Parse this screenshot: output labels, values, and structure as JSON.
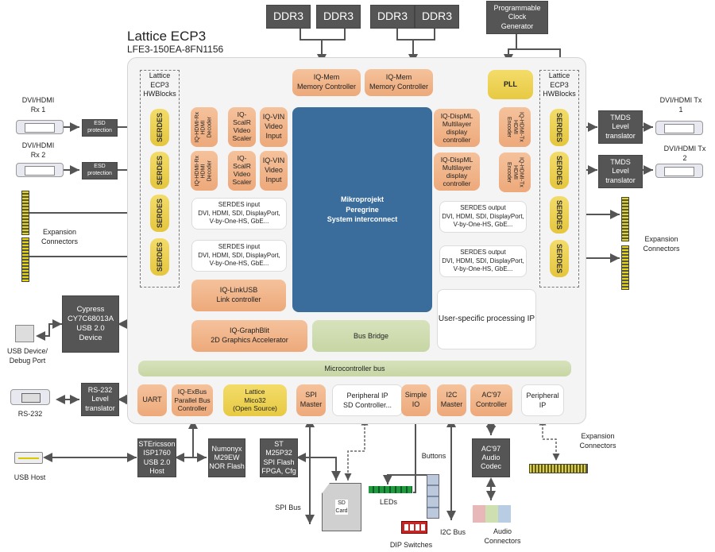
{
  "title": "Lattice ECP3",
  "subtitle": "LFE3-150EA-8FN1156",
  "colors": {
    "ip_core": "#eda97a",
    "hard_block": "#e7c942",
    "interconnect": "#3a6d9c",
    "bus": "#c7d6a4",
    "external": "#555555"
  },
  "external_top": {
    "ddr": [
      "DDR3",
      "DDR3",
      "DDR3",
      "DDR3"
    ],
    "clock_gen": "Programmable\nClock\nGenerator"
  },
  "hwblocks_left": "Lattice\nECP3\nHWBlocks",
  "hwblocks_right": "Lattice\nECP3\nHWBlocks",
  "serdes_label": "SERDES",
  "mem_ctrl": [
    "IQ-Mem\nMemory Controller",
    "IQ-Mem\nMemory Controller"
  ],
  "pll": "PLL",
  "rx_chain": {
    "decoder": "IQ-HDMI-Rx\nHDMI\nDecoder",
    "scaler": "IQ-\nScalR\nVideo\nScaler",
    "vin": "IQ-VIN\nVideo\nInput"
  },
  "tx_chain": {
    "dispml": "IQ-DispML\nMultilayer\ndisplay\ncontroller",
    "encoder": "IQ-HDMI-Tx\nHDMI\nEncoder"
  },
  "serdes_input": "SERDES  input\nDVI, HDMI, SDI, DisplayPort,\nV-by-One-HS, GbE...",
  "serdes_output": "SERDES  output\nDVI, HDMI, SDI, DisplayPort,\nV-by-One-HS, GbE...",
  "interconnect": "Mikroprojekt\nPeregrine\nSystem interconnect",
  "linkusb": "IQ-LinkUSB\nLink controller",
  "graphblit": "IQ-GraphBlit\n2D Graphics Accelerator",
  "bus_bridge": "Bus Bridge",
  "user_ip": "User-specific processing IP",
  "mcu_bus": "Microcontroller bus",
  "peripherals": {
    "uart": "UART",
    "exbus": "IQ-ExBus\nParallel Bus\nController",
    "mico32": "Lattice\nMico32\n(Open Source)",
    "spi": "SPI\nMaster",
    "periph_sd": "Peripheral IP\nSD Controller...",
    "simple_io": "Simple\nIO",
    "i2c": "I2C\nMaster",
    "ac97": "AC'97\nController",
    "periph_ip": "Peripheral\nIP"
  },
  "left_external": {
    "rx1": "DVI/HDMI\nRx 1",
    "rx2": "DVI/HDMI\nRx 2",
    "esd": "ESD\nprotection",
    "expansion": "Expansion\nConnectors",
    "cypress": "Cypress\nCY7C68013A\nUSB 2.0\nDevice",
    "usb_device": "USB Device/\nDebug Port",
    "rs232_translator": "RS-232\nLevel\ntranslator",
    "rs232": "RS-232",
    "usb_host": "USB Host"
  },
  "right_external": {
    "tx1": "DVI/HDMI Tx\n1",
    "tx2": "DVI/HDMI Tx\n2",
    "tmds": "TMDS\nLevel\ntranslator",
    "expansion": "Expansion\nConnectors",
    "expansion_bottom": "Expansion\nConnectors"
  },
  "bottom_external": {
    "isp1760": "STEricsson\nISP1760\nUSB 2.0\nHost",
    "nor": "Numonyx\nM29EW\nNOR Flash",
    "spiflash": "ST\nM25P32\nSPI Flash\nFPGA, Cfg",
    "spi_bus": "SPI Bus",
    "sd_card": "SD\nCard",
    "buttons": "Buttons",
    "leds": "LEDs",
    "dip": "DIP Switches",
    "i2c_bus": "I2C Bus",
    "codec": "AC'97\nAudio\nCodec",
    "audio": "Audio\nConnectors"
  }
}
